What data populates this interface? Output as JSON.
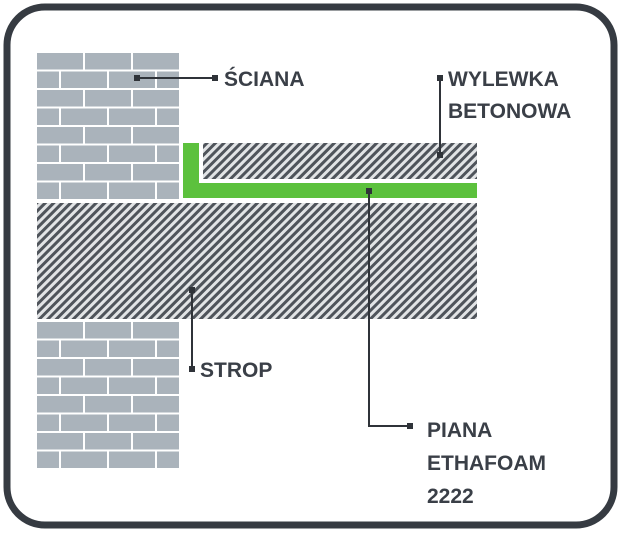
{
  "labels": {
    "wall": "ŚCIANA",
    "screed_line1": "WYLEWKA",
    "screed_line2": "BETONOWA",
    "slab": "STROP",
    "foam_line1": "PIANA",
    "foam_line2": "ETHAFOAM",
    "foam_line3": "2222"
  },
  "colors": {
    "frame": "#363b42",
    "brick": "#aab3bb",
    "mortar": "#ffffff",
    "hatch_bg": "#e2e4e6",
    "hatch_line": "#4f545b",
    "foam": "#5cc13d",
    "leader": "#2f3339",
    "label": "#3a3f47"
  }
}
